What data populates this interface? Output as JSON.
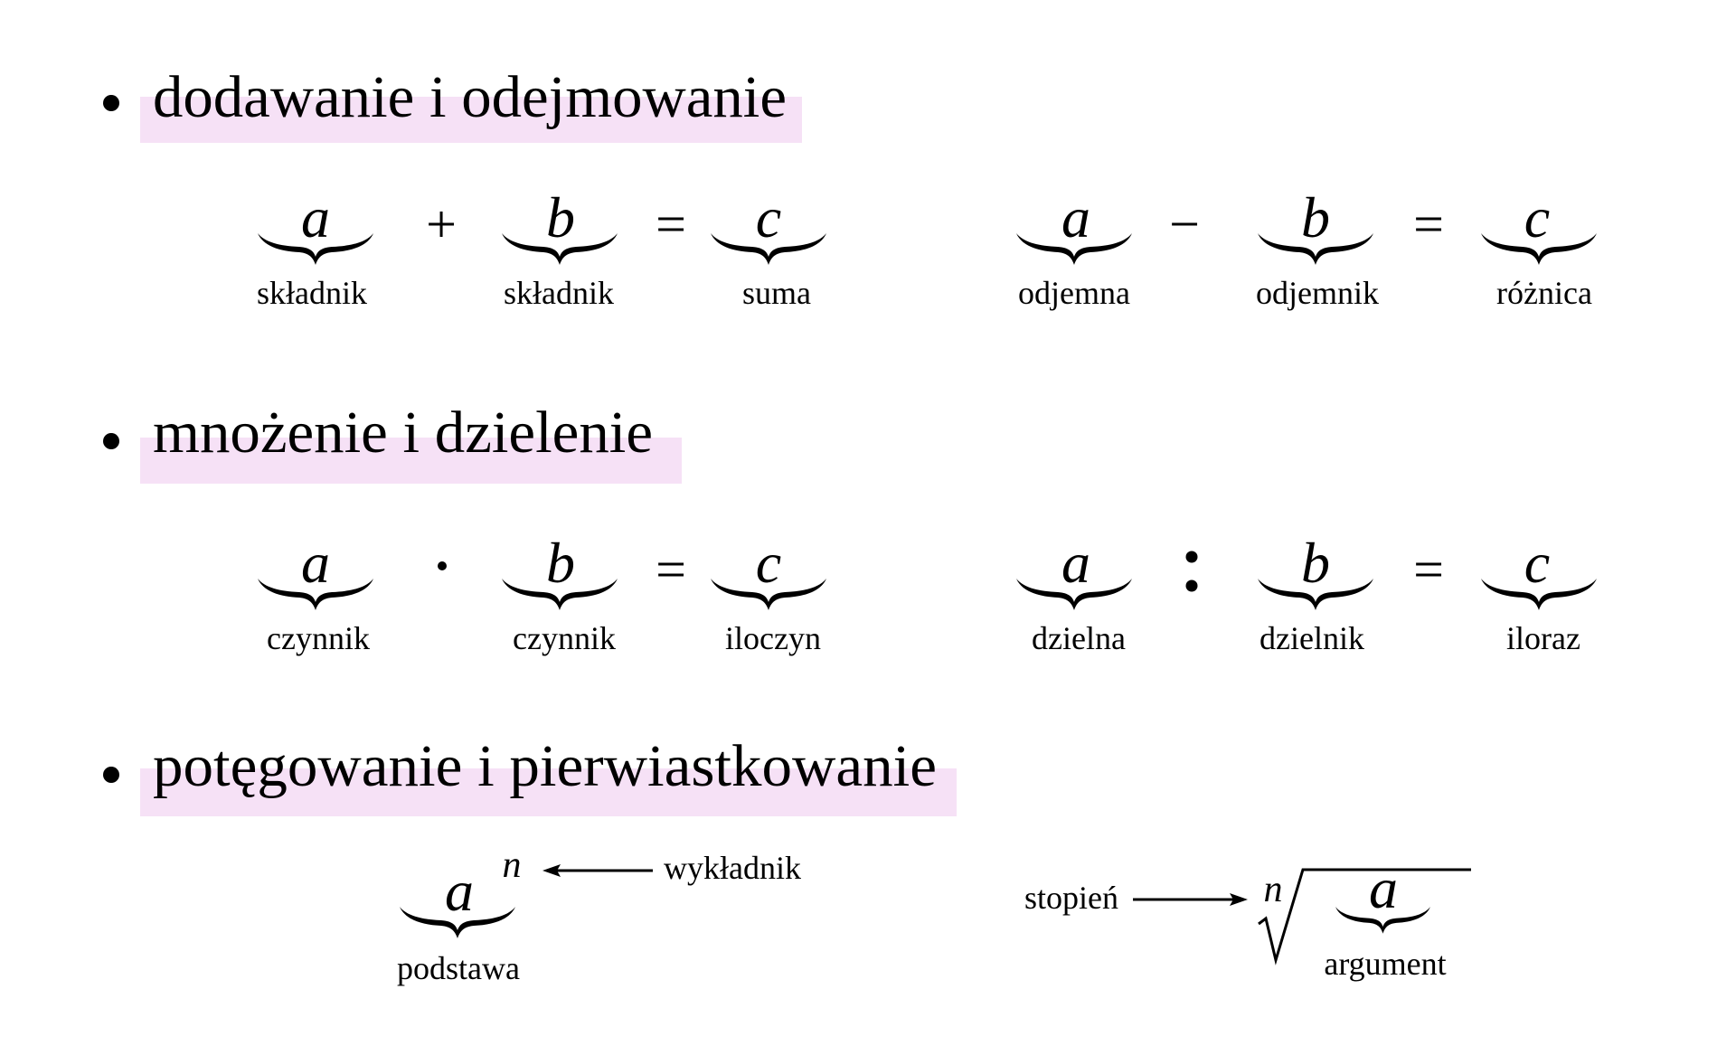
{
  "sections": [
    {
      "title": "dodawanie i odejmowanie",
      "equations": [
        {
          "operator": "+",
          "equals": "=",
          "terms": [
            {
              "symbol": "a",
              "label": "składnik"
            },
            {
              "symbol": "b",
              "label": "składnik"
            },
            {
              "symbol": "c",
              "label": "suma"
            }
          ]
        },
        {
          "operator": "−",
          "equals": "=",
          "terms": [
            {
              "symbol": "a",
              "label": "odjemna"
            },
            {
              "symbol": "b",
              "label": "odjemnik"
            },
            {
              "symbol": "c",
              "label": "różnica"
            }
          ]
        }
      ]
    },
    {
      "title": "mnożenie i dzielenie",
      "equations": [
        {
          "operator": "·",
          "equals": "=",
          "terms": [
            {
              "symbol": "a",
              "label": "czynnik"
            },
            {
              "symbol": "b",
              "label": "czynnik"
            },
            {
              "symbol": "c",
              "label": "iloczyn"
            }
          ]
        },
        {
          "operator": ":",
          "equals": "=",
          "terms": [
            {
              "symbol": "a",
              "label": "dzielna"
            },
            {
              "symbol": "b",
              "label": "dzielnik"
            },
            {
              "symbol": "c",
              "label": "iloraz"
            }
          ]
        }
      ]
    },
    {
      "title": "potęgowanie i pierwiastkowanie",
      "power": {
        "base": "a",
        "exponent": "n",
        "base_label": "podstawa",
        "exponent_label": "wykładnik"
      },
      "root": {
        "degree": "n",
        "radicand": "a",
        "degree_label": "stopień",
        "radicand_label": "argument"
      }
    }
  ],
  "colors": {
    "highlight": "#f6e1f6",
    "text": "#000000"
  }
}
